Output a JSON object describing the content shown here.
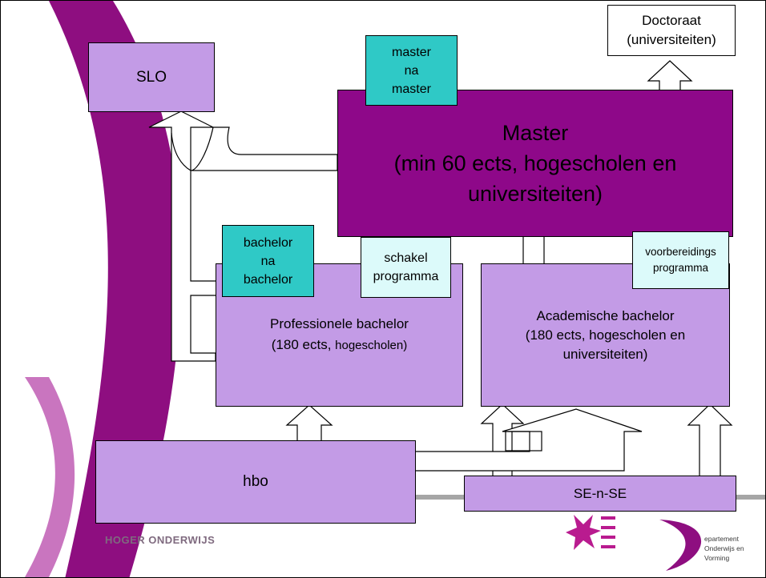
{
  "nodes": {
    "slo": "SLO",
    "master_na_master": "master\nna\nmaster",
    "doctoraat": "Doctoraat\n(universiteiten)",
    "master": "Master\n(min 60 ects, hogescholen en\nuniversiteiten)",
    "bachelor_na_bachelor": "bachelor\nna\nbachelor",
    "schakel": "schakel\nprogramma",
    "voorbereidings": "voorbereidings\nprogramma",
    "prof_bachelor_title": "Professionele bachelor",
    "prof_bachelor_ects": "(180 ects, ",
    "prof_bachelor_hs": "hogescholen)",
    "acad_bachelor": "Academische bachelor\n(180 ects, hogescholen en\nuniversiteiten)",
    "hbo": "hbo",
    "se_n_se": "SE-n-SE"
  },
  "footer": {
    "left": "HOGER ONDERWIJS",
    "dept": "epartement\nOnderwijs en Vorming"
  },
  "colors": {
    "lavender": "#c39be6",
    "plum": "#8e0889",
    "teal": "#2fc9c6",
    "light_cyan": "#dcfafa"
  }
}
